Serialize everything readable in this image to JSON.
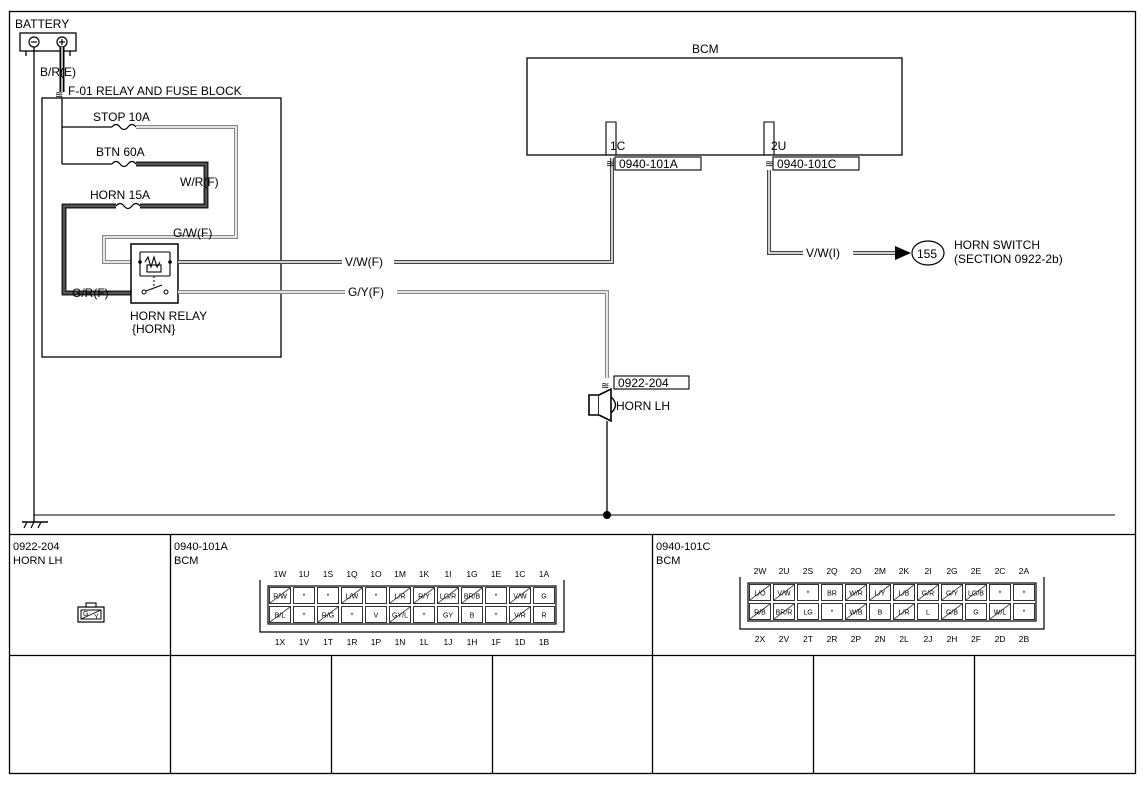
{
  "battery": {
    "label": "BATTERY",
    "wire": "B/R(E)"
  },
  "relay_block": {
    "label": "F-01  RELAY AND FUSE BLOCK",
    "fuses": [
      {
        "name": "STOP 10A"
      },
      {
        "name": "BTN 60A"
      },
      {
        "name": "HORN 15A"
      }
    ],
    "wires": {
      "wr": "W/R(F)",
      "gw": "G/W(F)",
      "gr": "G/R(F)"
    },
    "relay_label_1": "HORN RELAY",
    "relay_label_2": "{HORN}"
  },
  "bcm": {
    "label": "BCM",
    "pin_a": "1C",
    "pin_b": "2U",
    "conn_a": "0940-101A",
    "conn_b": "0940-101C"
  },
  "wires": {
    "vw_f": "V/W(F)",
    "gy_f": "G/Y(F)",
    "vw_i": "V/W(I)"
  },
  "horn_switch": {
    "ref": "155",
    "label_1": "HORN SWITCH",
    "label_2": "(SECTION 0922-2b)"
  },
  "horn": {
    "conn": "0922-204",
    "label": "HORN LH"
  },
  "connectors": [
    {
      "code": "0922-204",
      "name": "HORN LH",
      "pins": [
        "G",
        "Y"
      ]
    },
    {
      "code": "0940-101A",
      "name": "BCM",
      "top_labels": [
        "1W",
        "1U",
        "1S",
        "1Q",
        "1O",
        "1M",
        "1K",
        "1I",
        "1G",
        "1E",
        "1C",
        "1A"
      ],
      "row1": [
        "R/W",
        "*",
        "*",
        "L/W",
        "*",
        "L/R",
        "R/Y",
        "LG/R",
        "BR/B",
        "*",
        "V/W",
        "G"
      ],
      "row2": [
        "B/L",
        "*",
        "R/G",
        "*",
        "V",
        "GY/L",
        "*",
        "GY",
        "B",
        "*",
        "V/R",
        "R"
      ],
      "bottom_labels": [
        "1X",
        "1V",
        "1T",
        "1R",
        "1P",
        "1N",
        "1L",
        "1J",
        "1H",
        "1F",
        "1D",
        "1B"
      ]
    },
    {
      "code": "0940-101C",
      "name": "BCM",
      "top_labels": [
        "2W",
        "2U",
        "2S",
        "2Q",
        "2O",
        "2M",
        "2K",
        "2I",
        "2G",
        "2E",
        "2C",
        "2A"
      ],
      "row1": [
        "L/O",
        "V/W",
        "*",
        "BR",
        "W/R",
        "L/Y",
        "L/B",
        "G/R",
        "G/Y",
        "LG/B",
        "*",
        "*"
      ],
      "row2": [
        "R/B",
        "BR/R",
        "LG",
        "*",
        "W/B",
        "B",
        "L/R",
        "L",
        "G/B",
        "G",
        "W/L",
        "*"
      ],
      "bottom_labels": [
        "2X",
        "2V",
        "2T",
        "2R",
        "2P",
        "2N",
        "2L",
        "2J",
        "2H",
        "2F",
        "2D",
        "2B"
      ]
    }
  ]
}
